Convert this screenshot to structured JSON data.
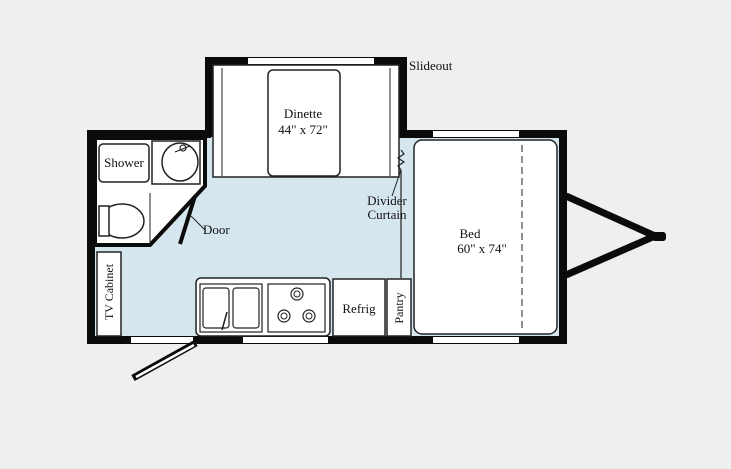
{
  "colors": {
    "background": "#eef0ef",
    "floor": "#d5e6ee",
    "wall": "#0b0b0b",
    "fixture": "#ffffff",
    "line": "#222222"
  },
  "labels": {
    "slideout": "Slideout",
    "dinette": "Dinette",
    "dinette_size": "44\" x 72\"",
    "shower": "Shower",
    "door": "Door",
    "divider_1": "Divider",
    "divider_2": "Curtain",
    "bed": "Bed",
    "bed_size": "60\" x 74\"",
    "tv_cabinet": "TV Cabinet",
    "refrig": "Refrig",
    "pantry": "Pantry"
  }
}
